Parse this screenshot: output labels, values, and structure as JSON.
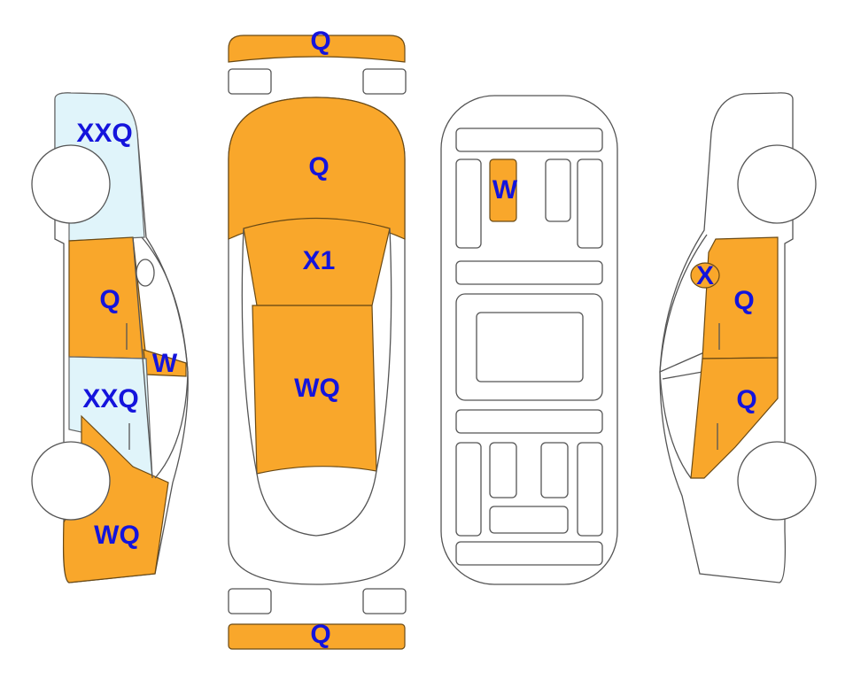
{
  "colors": {
    "damage_fill": "#F9A72B",
    "secondary_fill": "#E0F4FA",
    "label": "#1414DC",
    "outline": "#555555"
  },
  "left_side": {
    "rear_quarter": "XXQ",
    "rear_door": "Q",
    "mirror": "W",
    "front_door": "XXQ",
    "front_fender": "WQ"
  },
  "top_view": {
    "rear_bumper": "Q",
    "trunk": "Q",
    "roof": "X1",
    "hood": "WQ",
    "front_bumper": "Q"
  },
  "underbody": {
    "panel": "W"
  },
  "right_side": {
    "pillar": "X",
    "front_door": "Q",
    "rear_door": "Q"
  }
}
